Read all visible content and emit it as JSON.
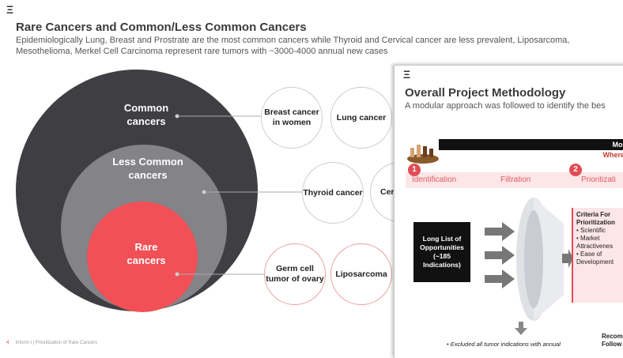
{
  "slide_back": {
    "logo": "Ξ",
    "title": "Rare Cancers and Common/Less Common Cancers",
    "subtitle": "Epidemiologically Lung, Breast and Prostrate are the most common cancers while Thyroid and Cervical cancer are less prevalent, Liposarcoma, Mesothelioma, Merkel Cell Carcinoma represent rare tumors with ~3000-4000 annual new cases",
    "circles": {
      "outer": "Common cancers",
      "middle": "Less Common cancers",
      "inner": "Rare cancers"
    },
    "bubbles": {
      "common": [
        "Breast cancer in women",
        "Lung cancer"
      ],
      "less_common": [
        "Thyroid cancer",
        "Cer Ca"
      ],
      "rare": [
        "Germ cell tumor of ovary",
        "Liposarcoma"
      ]
    },
    "footer_page": "4",
    "footer_text": "Inform-I | Prioritization of Rare Cancers",
    "colors": {
      "outer": "#3f3f43",
      "middle": "#838388",
      "inner": "#f05056"
    }
  },
  "slide_front": {
    "logo": "Ξ",
    "title": "Overall Project Methodology",
    "subtitle": "A modular approach was followed to identify the bes",
    "band_title": "Modul",
    "band_subtitle": "Where to",
    "steps": [
      {
        "num": "1",
        "label": "Identification"
      },
      {
        "num": "",
        "label": "Filtration"
      },
      {
        "num": "2",
        "label": "Prioritizati"
      }
    ],
    "long_list": "Long List of Opportunities (~185 Indications)",
    "criteria_title": "Criteria For Prioritization",
    "criteria_items": [
      "Scientific",
      "Market Attractivenes",
      "Ease of Development"
    ],
    "excluded": "Excluded all tumor indications with annual",
    "recom": "Recom Follow"
  }
}
